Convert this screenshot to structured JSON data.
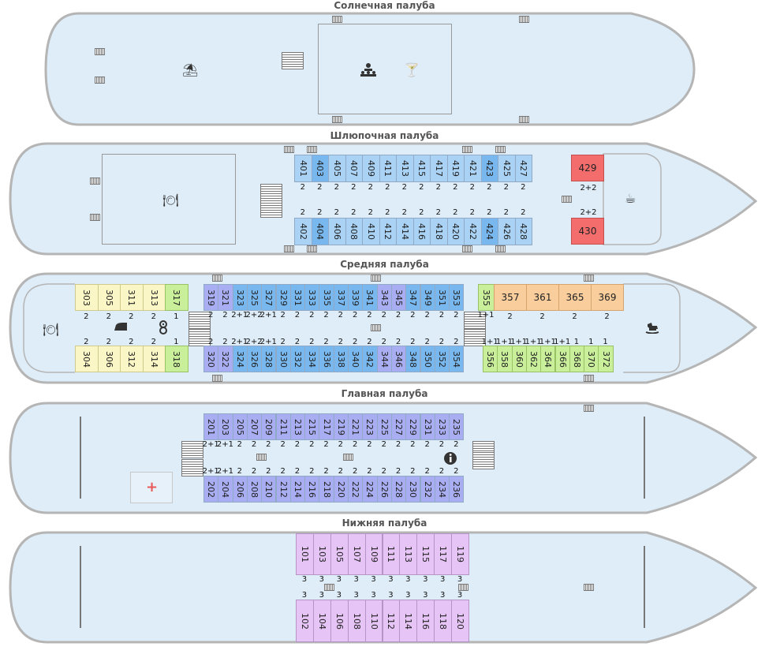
{
  "decks": {
    "sun": {
      "title": "Солнечная палуба"
    },
    "boat": {
      "title": "Шлюпочная палуба",
      "top_cabins": [
        "401",
        "403",
        "405",
        "407",
        "409",
        "411",
        "413",
        "415",
        "417",
        "419",
        "421",
        "423",
        "425",
        "427"
      ],
      "bottom_cabins": [
        "402",
        "404",
        "406",
        "408",
        "410",
        "412",
        "414",
        "416",
        "418",
        "420",
        "422",
        "424",
        "426",
        "428"
      ],
      "top_caps": [
        "2",
        "2",
        "2",
        "2",
        "2",
        "2",
        "2",
        "2",
        "2",
        "2",
        "2",
        "2",
        "2",
        "2"
      ],
      "bottom_caps": [
        "2",
        "2",
        "2",
        "2",
        "2",
        "2",
        "2",
        "2",
        "2",
        "2",
        "2",
        "2",
        "2",
        "2"
      ],
      "suite_top": "429",
      "suite_bottom": "430",
      "suite_top_cap": "2+2",
      "suite_bottom_cap": "2+2"
    },
    "middle": {
      "title": "Средняя палуба",
      "left_top": [
        "303",
        "305",
        "311",
        "313",
        "317"
      ],
      "left_bottom": [
        "304",
        "306",
        "312",
        "314",
        "318"
      ],
      "left_top_caps": [
        "2",
        "2",
        "2",
        "2",
        "1"
      ],
      "left_bottom_caps": [
        "2",
        "2",
        "2",
        "2",
        "1"
      ],
      "center_top": [
        "319",
        "321",
        "323",
        "325",
        "327",
        "329",
        "331",
        "333",
        "335",
        "337",
        "339",
        "341",
        "343",
        "345",
        "347",
        "349",
        "351",
        "353"
      ],
      "center_bottom": [
        "320",
        "322",
        "324",
        "326",
        "328",
        "330",
        "332",
        "334",
        "336",
        "338",
        "340",
        "342",
        "344",
        "346",
        "348",
        "350",
        "352",
        "354"
      ],
      "center_top_caps": [
        "2",
        "2",
        "2+1",
        "2+2",
        "2+1",
        "2",
        "2",
        "2",
        "2",
        "2",
        "2",
        "2",
        "2",
        "2",
        "2",
        "2",
        "2",
        "2"
      ],
      "center_bottom_caps": [
        "2",
        "2",
        "2+1",
        "2+2",
        "2+1",
        "2",
        "2",
        "2",
        "2",
        "2",
        "2",
        "2",
        "2",
        "2",
        "2",
        "2",
        "2",
        "2"
      ],
      "right_top_small": "355",
      "right_top_small_cap": "1+1",
      "right_top": [
        "357",
        "361",
        "365",
        "369"
      ],
      "right_top_caps": [
        "2",
        "2",
        "2",
        "2"
      ],
      "right_bottom": [
        "356",
        "358",
        "360",
        "362",
        "364",
        "366",
        "368",
        "370",
        "372"
      ],
      "right_bottom_caps": [
        "1+1",
        "1+1",
        "1+1",
        "1+1",
        "1+1",
        "1+1",
        "1",
        "1",
        "1"
      ]
    },
    "main": {
      "title": "Главная палуба",
      "top_cabins": [
        "201",
        "203",
        "205",
        "207",
        "209",
        "211",
        "213",
        "215",
        "217",
        "219",
        "221",
        "223",
        "225",
        "227",
        "229",
        "231",
        "233",
        "235"
      ],
      "bottom_cabins": [
        "202",
        "204",
        "206",
        "208",
        "210",
        "212",
        "214",
        "216",
        "218",
        "220",
        "222",
        "224",
        "226",
        "228",
        "230",
        "232",
        "234",
        "236"
      ],
      "top_caps": [
        "2+1",
        "2+1",
        "2",
        "2",
        "2",
        "2",
        "2",
        "2",
        "2",
        "2",
        "2",
        "2",
        "2",
        "2",
        "2",
        "2",
        "2",
        "2"
      ],
      "bottom_caps": [
        "2+1",
        "2+1",
        "2",
        "2",
        "2",
        "2",
        "2",
        "2",
        "2",
        "2",
        "2",
        "2",
        "2",
        "2",
        "2",
        "2",
        "2",
        "2"
      ]
    },
    "lower": {
      "title": "Нижняя палуба",
      "top_cabins": [
        "101",
        "103",
        "105",
        "107",
        "109",
        "111",
        "113",
        "115",
        "117",
        "119"
      ],
      "bottom_cabins": [
        "102",
        "104",
        "106",
        "108",
        "110",
        "112",
        "114",
        "116",
        "118",
        "120"
      ],
      "top_caps": [
        "3",
        "3",
        "3",
        "3",
        "3",
        "3",
        "3",
        "3",
        "3",
        "3"
      ],
      "bottom_caps": [
        "3",
        "3",
        "3",
        "3",
        "3",
        "3",
        "3",
        "3",
        "3",
        "3"
      ]
    }
  },
  "colors": {
    "hull_fill": "#deedf8",
    "hull_stroke": "#b5b5b5"
  },
  "icons": [
    "umbrella-icon",
    "conference-icon",
    "cocktail-icon",
    "restaurant-icon",
    "coffee-icon",
    "iron-icon",
    "baby-icon",
    "rocking-horse-icon",
    "info-icon",
    "medical-icon"
  ]
}
